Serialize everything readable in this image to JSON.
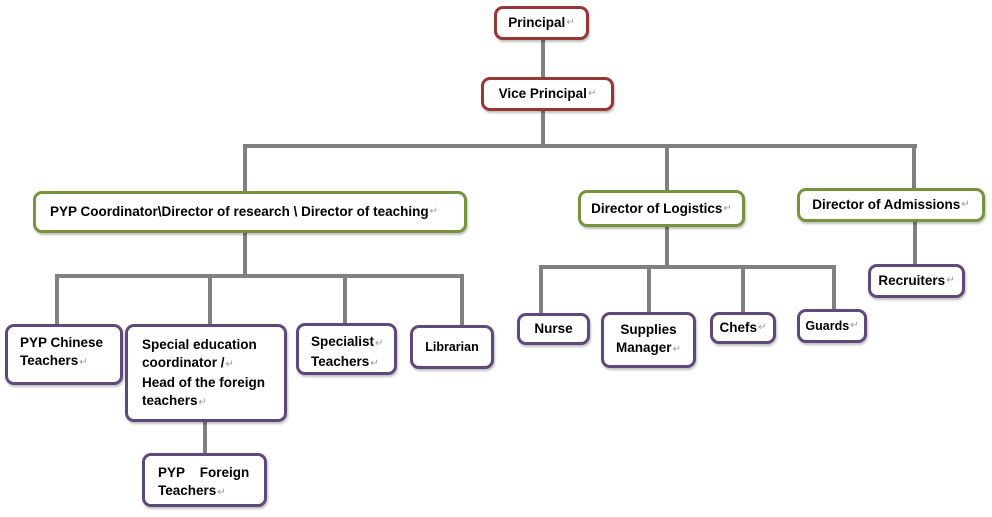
{
  "title": "School organizational chart",
  "colors": {
    "top_level": "#953735",
    "directors": "#77933c",
    "staff": "#5f497a",
    "connector": "#808080"
  },
  "nodes": {
    "principal": {
      "label": "Principal"
    },
    "vice_principal": {
      "label": "Vice Principal"
    },
    "pyp_coordinator": {
      "label": "PYP Coordinator\\Director of research \\ Director of teaching"
    },
    "director_logistics": {
      "label": "Director of Logistics"
    },
    "director_admissions": {
      "label": "Director of Admissions"
    },
    "pyp_chinese": {
      "line1": "PYP Chinese",
      "line2": "Teachers"
    },
    "special_ed": {
      "line1": "Special education",
      "line2": "coordinator /",
      "line3": "Head of the foreign",
      "line4": "teachers"
    },
    "specialist": {
      "line1": "Specialist",
      "line2": "Teachers"
    },
    "librarian": {
      "label": "Librarian"
    },
    "pyp_foreign": {
      "line1": "PYP    Foreign",
      "line2": "Teachers"
    },
    "nurse": {
      "label": "Nurse"
    },
    "supplies": {
      "line1": "Supplies",
      "line2": "Manager"
    },
    "chefs": {
      "label": "Chefs"
    },
    "guards": {
      "label": "Guards"
    },
    "recruiters": {
      "label": "Recruiters"
    }
  },
  "paragraph_mark": "↵"
}
